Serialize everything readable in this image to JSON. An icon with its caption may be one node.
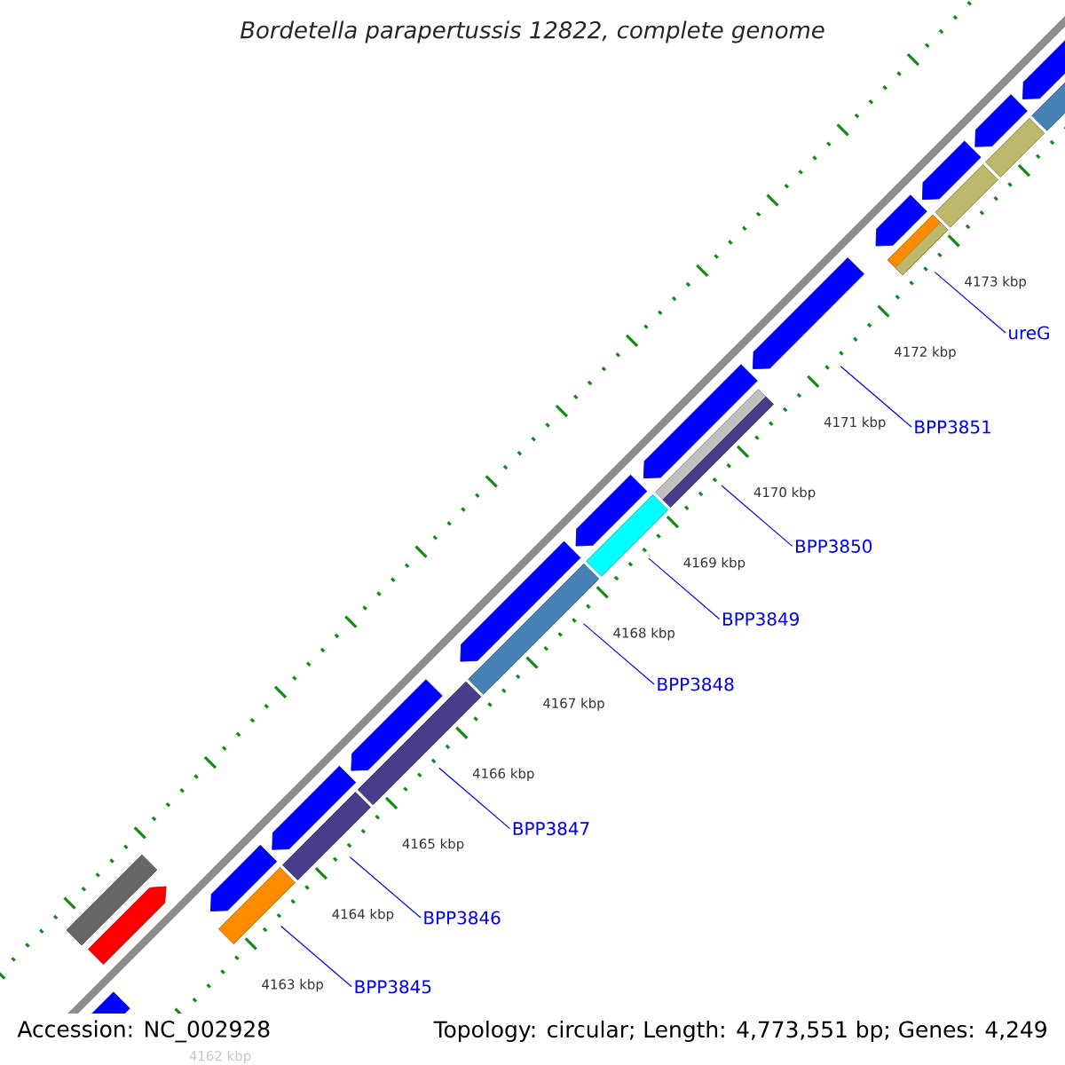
{
  "diagram": {
    "title": "Bordetella parapertussis 12822, complete genome",
    "nodes": [
      {
        "text": [
          "ureG"
        ]
      },
      {
        "text": [
          "BPP3851"
        ]
      },
      {
        "text": [
          "BPP3850"
        ]
      },
      {
        "text": [
          "BPP3849"
        ]
      },
      {
        "text": [
          "BPP3848"
        ]
      },
      {
        "text": [
          "BPP3847"
        ]
      },
      {
        "text": [
          "BPP3846"
        ]
      },
      {
        "text": [
          "BPP3845"
        ]
      }
    ],
    "edges": [
      {
        "from": 0,
        "to": null,
        "arrow": "none"
      },
      {
        "from": 1,
        "to": null,
        "arrow": "none"
      },
      {
        "from": 2,
        "to": null,
        "arrow": "none"
      },
      {
        "from": 3,
        "to": null,
        "arrow": "none"
      },
      {
        "from": 4,
        "to": null,
        "arrow": "none"
      },
      {
        "from": 5,
        "to": null,
        "arrow": "none"
      },
      {
        "from": 6,
        "to": null,
        "arrow": "none"
      },
      {
        "from": 7,
        "to": null,
        "arrow": "none"
      }
    ],
    "labels": [
      "4173 kbp",
      "4172 kbp",
      "4171 kbp",
      "4170 kbp",
      "4169 kbp",
      "4168 kbp",
      "4167 kbp",
      "4166 kbp",
      "4165 kbp",
      "4164 kbp",
      "4163 kbp",
      "Accession: NC_002928",
      "Topology: circular; Length: 4,773,551 bp; Genes: 4,249",
      "4162 kbp"
    ]
  }
}
